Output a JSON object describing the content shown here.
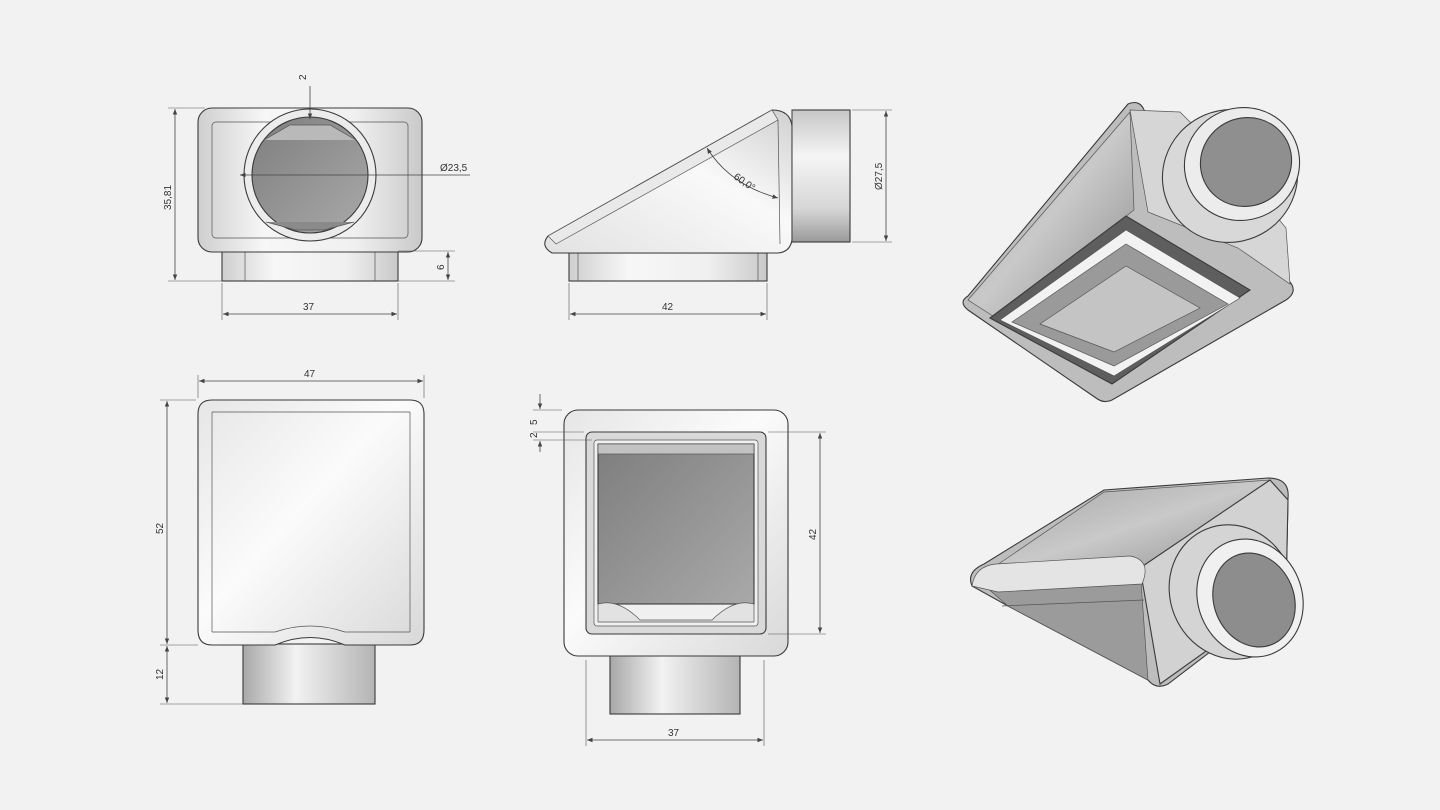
{
  "colors": {
    "background": "#f2f2f2",
    "dimension_line": "#444444",
    "part_light": "#f4f4f4",
    "part_mid": "#c8c8c8",
    "part_dark": "#8a8a8a",
    "edge": "#3a3a3a"
  },
  "dimensions": {
    "front": {
      "top_offset": "2",
      "hole_diameter": "Ø23,5",
      "height": "35,81",
      "plug_depth": "6",
      "plug_width": "37"
    },
    "side": {
      "slope_angle": "60,0°",
      "tube_diameter": "Ø27,5",
      "plug_width": "42"
    },
    "top": {
      "width": "47",
      "height": "52",
      "tube_length": "12"
    },
    "bottom": {
      "wall_2": "2",
      "wall_5": "5",
      "inner_height": "42",
      "tube_width": "37"
    }
  }
}
